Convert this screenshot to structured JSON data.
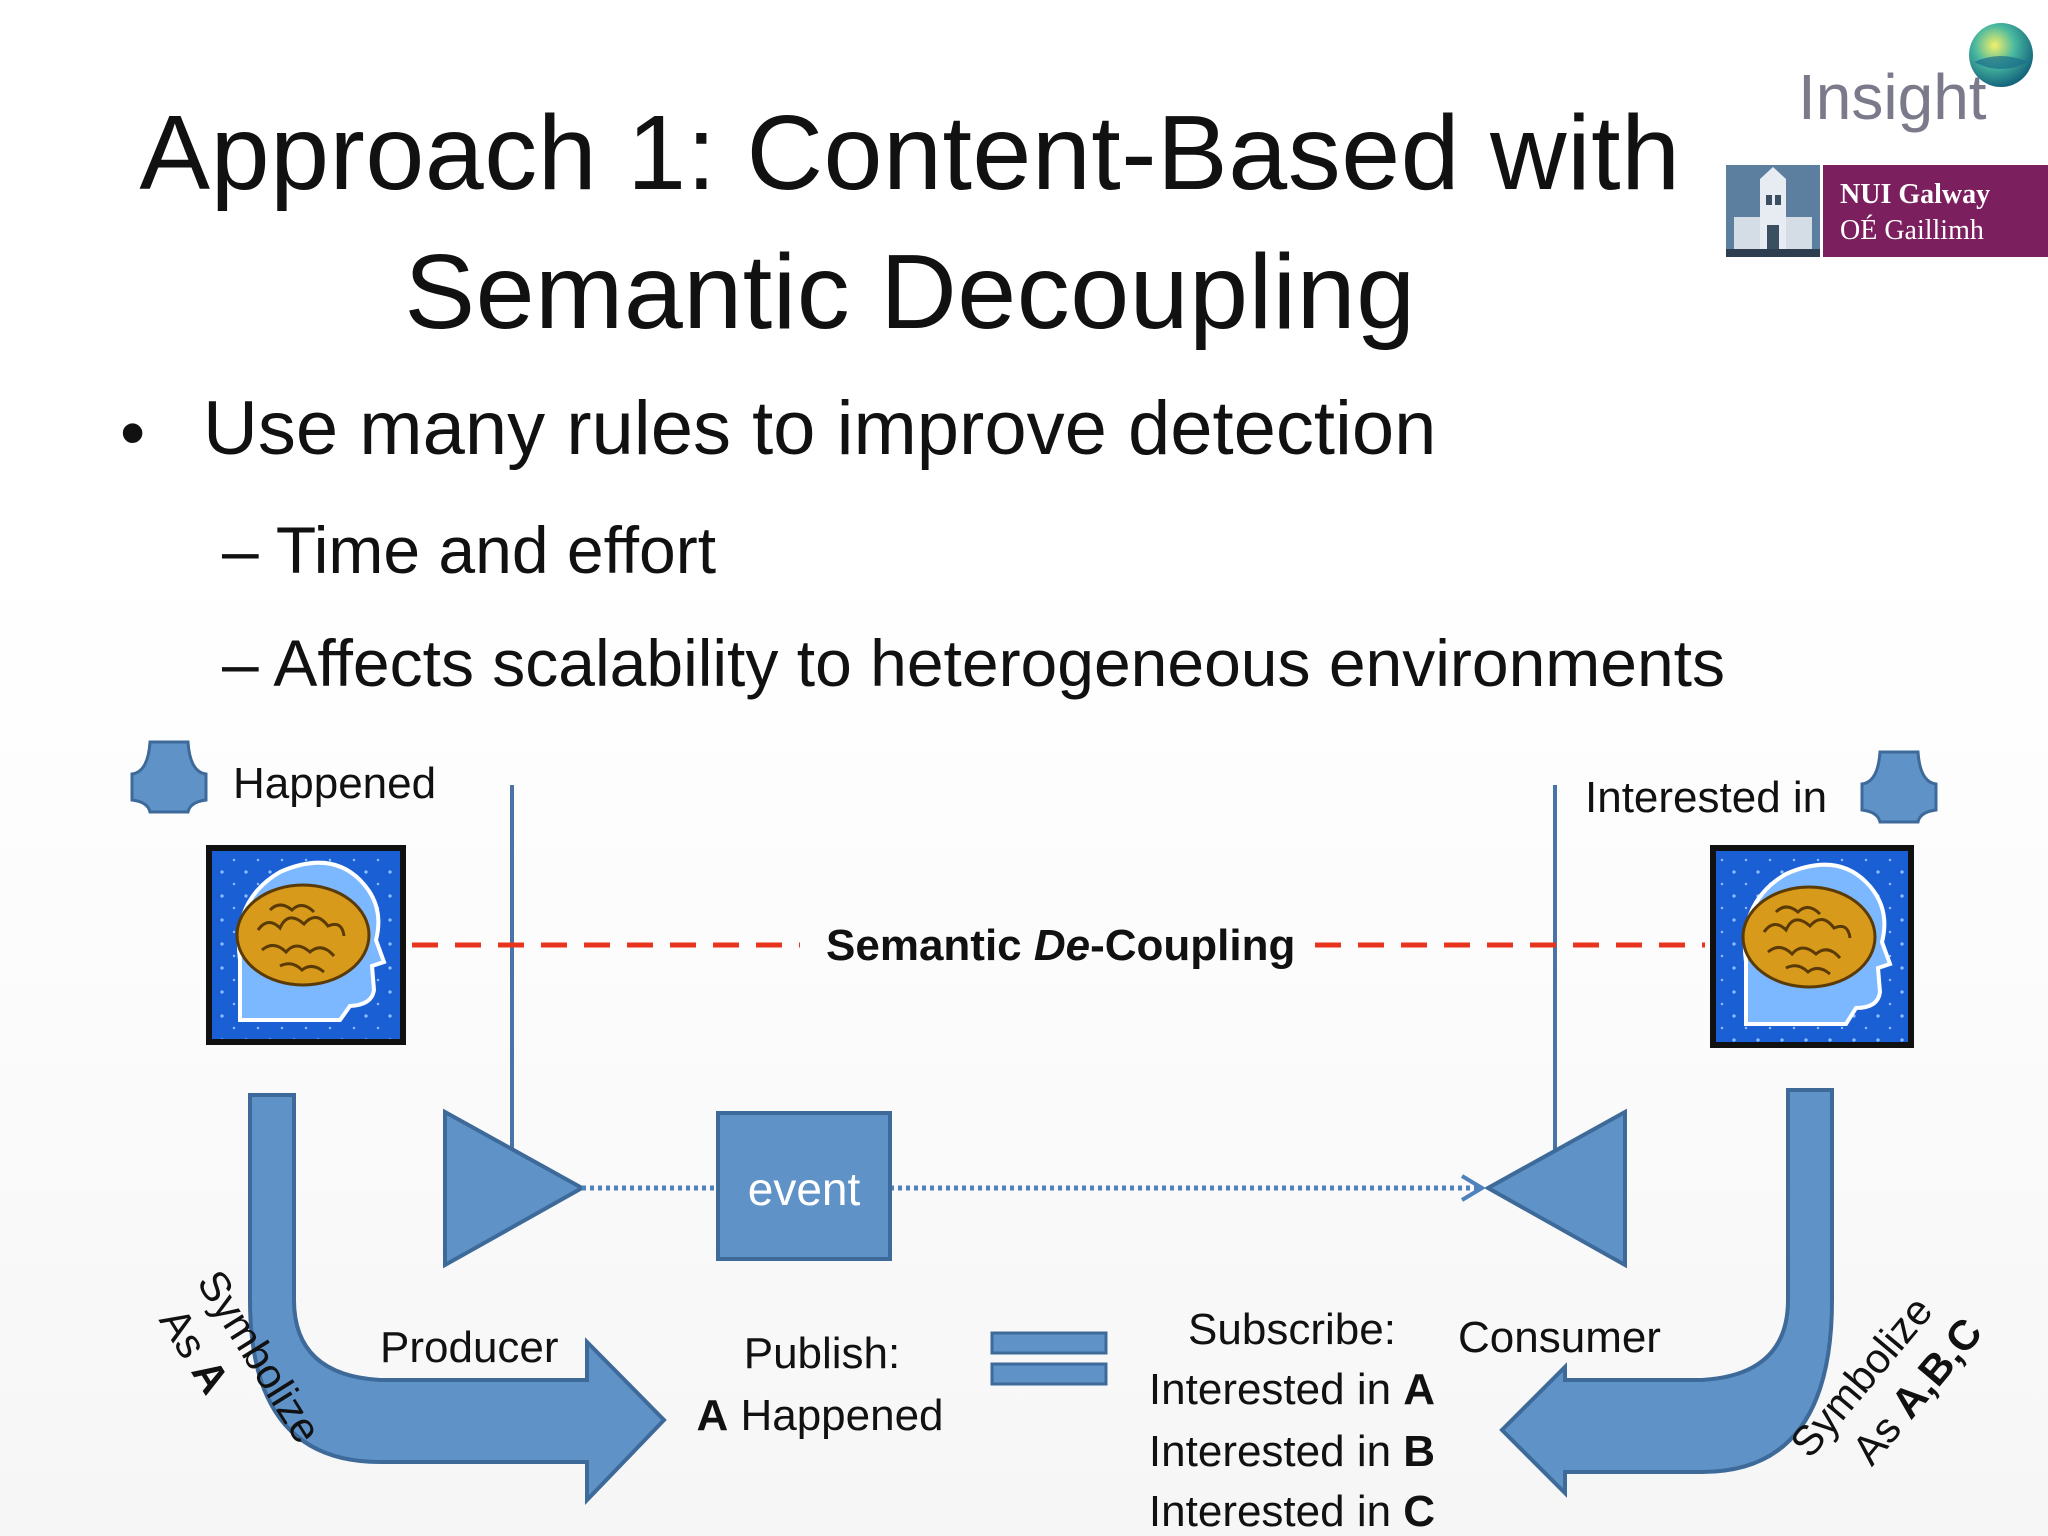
{
  "slide": {
    "title_line1": "Approach 1: Content-Based with",
    "title_line2": "Semantic Decoupling",
    "bullet": "Use many rules to improve detection",
    "sub_bullets": [
      "– Time and effort",
      "– Affects scalability to heterogeneous environments"
    ]
  },
  "logos": {
    "insight": "Insight",
    "nui_line1": "NUI Galway",
    "nui_line2": "OÉ Gaillimh"
  },
  "diagram": {
    "happened_label": "Happened",
    "interested_label": "Interested in",
    "decoupling_prefix": "Semantic ",
    "decoupling_italic": "De",
    "decoupling_suffix": "-Coupling",
    "event_label": "event",
    "producer_label": "Producer",
    "consumer_label": "Consumer",
    "publish_title": "Publish:",
    "publish_bold": "A",
    "publish_text": " Happened",
    "subscribe_title": "Subscribe:",
    "subscribe_items": [
      {
        "prefix": "Interested in ",
        "bold": "A"
      },
      {
        "prefix": "Interested in ",
        "bold": "B"
      },
      {
        "prefix": "Interested in ",
        "bold": "C"
      }
    ],
    "left_symbolize": "Symbolize",
    "left_as": "As ",
    "left_as_bold": "A",
    "right_symbolize": "Symbolize",
    "right_as": "As ",
    "right_as_bold": "A,B,C"
  },
  "colors": {
    "shape_fill": "#5f93c8",
    "shape_stroke": "#3e6a9a",
    "decoupling_line": "#e8341c",
    "dotted_line": "#4f81bd",
    "tile_blue": "#1a5fd4",
    "brain": "#d89a1a"
  },
  "icons": {
    "person_icon": "head-with-brain",
    "connector": "plus-shape"
  }
}
